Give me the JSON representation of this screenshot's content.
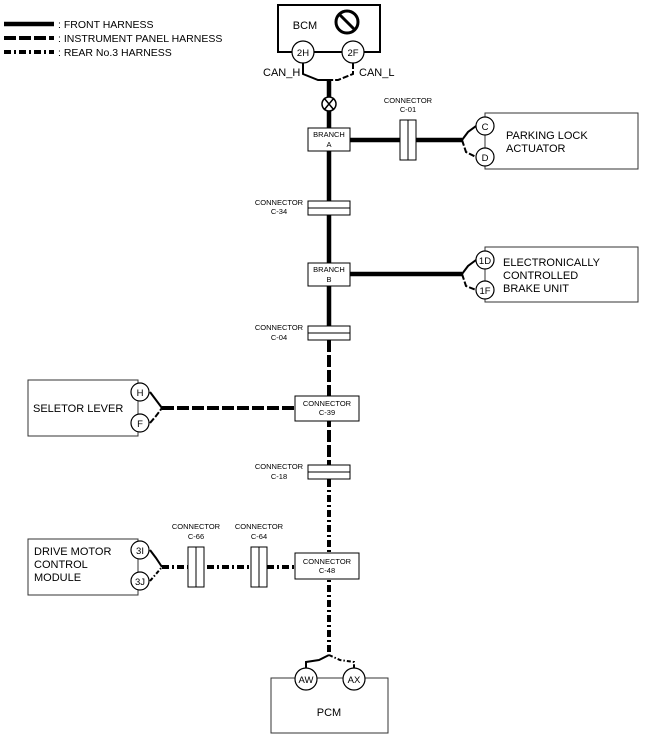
{
  "legend": {
    "front": ": FRONT HARNESS",
    "instrument_panel": ": INSTRUMENT PANEL HARNESS",
    "rear": ": REAR No.3 HARNESS"
  },
  "bcm": {
    "title": "BCM",
    "pin_h": "2H",
    "pin_l": "2F",
    "can_h": "CAN_H",
    "can_l": "CAN_L"
  },
  "parking": {
    "name_l1": "PARKING LOCK",
    "name_l2": "ACTUATOR",
    "pin1": "C",
    "pin2": "D"
  },
  "ecbu": {
    "name_l1": "ELECTRONICALLY",
    "name_l2": "CONTROLLED",
    "name_l3": "BRAKE UNIT",
    "pin1": "1D",
    "pin2": "1F"
  },
  "selector": {
    "name": "SELETOR LEVER",
    "pin1": "H",
    "pin2": "F"
  },
  "dmcm": {
    "name_l1": "DRIVE MOTOR",
    "name_l2": "CONTROL",
    "name_l3": "MODULE",
    "pin1": "3I",
    "pin2": "3J"
  },
  "pcm": {
    "name": "PCM",
    "pin1": "AW",
    "pin2": "AX"
  },
  "branches": {
    "a_l1": "BRANCH",
    "a_l2": "A",
    "b_l1": "BRANCH",
    "b_l2": "B"
  },
  "connectors": {
    "c01_l1": "CONNECTOR",
    "c01_l2": "C-01",
    "c34_l1": "CONNECTOR",
    "c34_l2": "C-34",
    "c04_l1": "CONNECTOR",
    "c04_l2": "C-04",
    "c39_l1": "CONNECTOR",
    "c39_l2": "C-39",
    "c18_l1": "CONNECTOR",
    "c18_l2": "C-18",
    "c66_l1": "CONNECTOR",
    "c66_l2": "C-66",
    "c64_l1": "CONNECTOR",
    "c64_l2": "C-64",
    "c48_l1": "CONNECTOR",
    "c48_l2": "C-48"
  },
  "icons": [
    "no-symbol-icon",
    "twisted-pair-icon"
  ]
}
